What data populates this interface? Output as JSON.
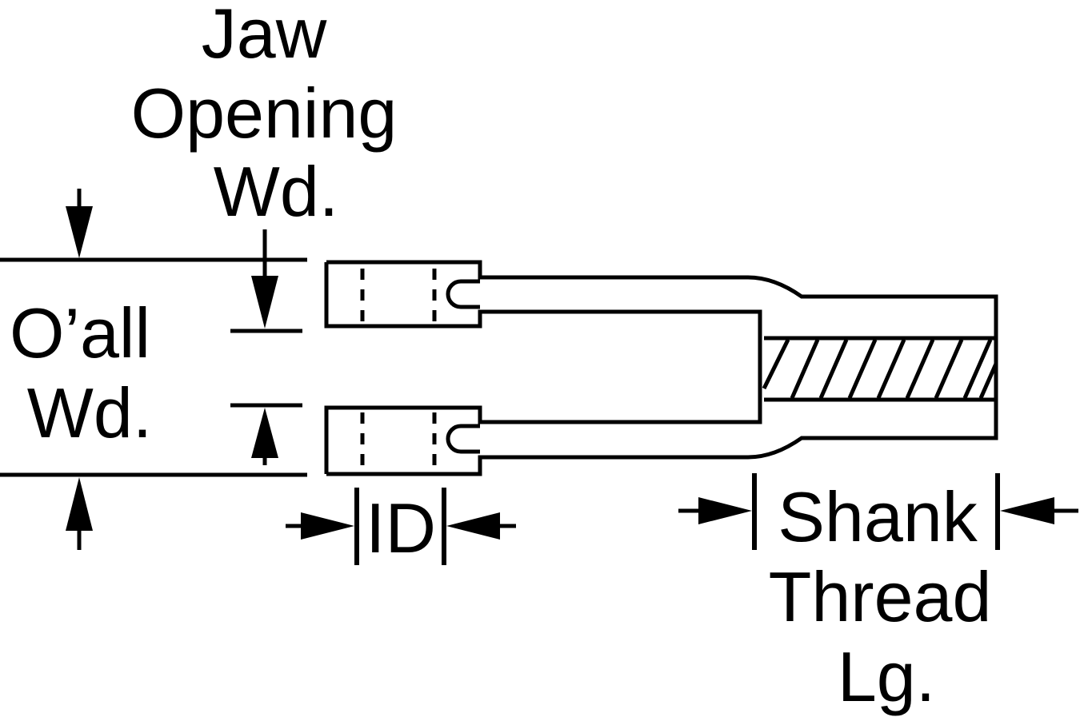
{
  "labels": {
    "jaw_opening": [
      "Jaw",
      "Opening",
      "Wd."
    ],
    "overall_width": [
      "O’all",
      "Wd."
    ],
    "id": "ID",
    "shank": "Shank",
    "thread_length": [
      "Thread",
      "Lg."
    ]
  },
  "colors": {
    "line": "#000000",
    "background": "#ffffff"
  }
}
